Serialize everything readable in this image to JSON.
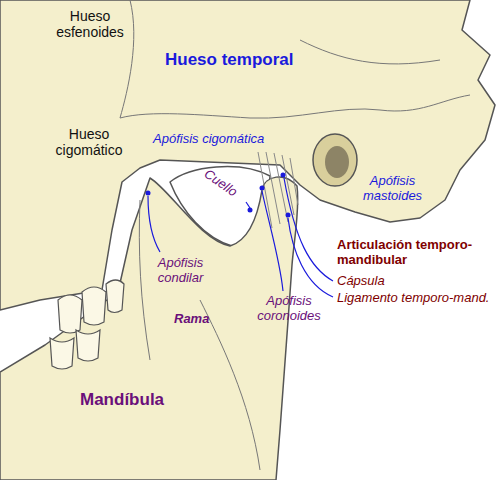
{
  "diagram": {
    "labels": [
      "Hueso esfenoides",
      "Hueso temporal",
      "Hueso cigomático",
      "Apófisis cigomática",
      "Cuello",
      "Apófisis mastoides",
      "Articulación temporo-mandibular",
      "Cápsula",
      "Ligamento temporo-mand.",
      "Apófisis condilar",
      "Apófisis coronoides",
      "Rama",
      "Mandíbula"
    ]
  }
}
